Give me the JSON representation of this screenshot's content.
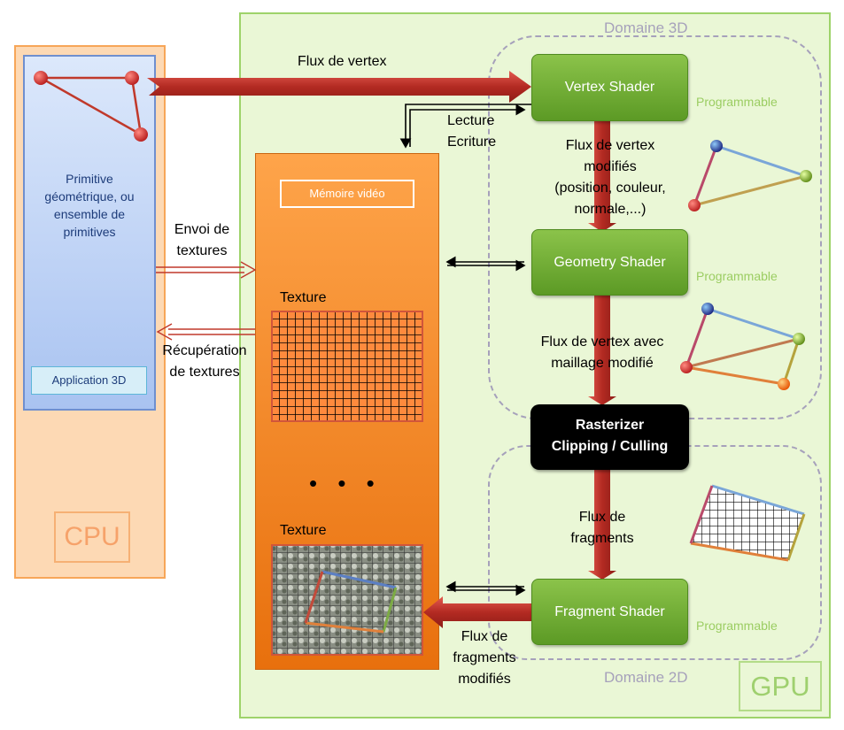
{
  "domains": {
    "domain_3d": "Domaine 3D",
    "domain_2d": "Domaine 2D",
    "cpu": "CPU",
    "gpu": "GPU"
  },
  "cpu_panel": {
    "primitive_text": "Primitive géométrique, ou ensemble de primitives",
    "app_label": "Application 3D"
  },
  "memory": {
    "label": "Mémoire vidéo",
    "texture_1": "Texture",
    "ellipsis": "• • •",
    "texture_2": "Texture"
  },
  "nodes": {
    "vertex_shader": "Vertex Shader",
    "geometry_shader": "Geometry Shader",
    "rasterizer_line1": "Rasterizer",
    "rasterizer_line2": "Clipping / Culling",
    "fragment_shader": "Fragment Shader",
    "programmable": "Programmable"
  },
  "flows": {
    "vertex_flux": "Flux de vertex",
    "read_write_1": "Lecture",
    "read_write_2": "Ecriture",
    "vertex_modified_1": "Flux de vertex",
    "vertex_modified_2": "modifiés",
    "vertex_modified_3": "(position, couleur,",
    "vertex_modified_4": "normale,...)",
    "send_textures_1": "Envoi de",
    "send_textures_2": "textures",
    "retrieve_textures_1": "Récupération",
    "retrieve_textures_2": "de textures",
    "mesh_modified_1": "Flux de vertex avec",
    "mesh_modified_2": "maillage modifié",
    "fragments_1": "Flux de",
    "fragments_2": "fragments",
    "fragments_modified_1": "Flux de",
    "fragments_modified_2": "fragments",
    "fragments_modified_3": "modifiés"
  },
  "colors": {
    "gpu_bg": "#eaf7d6",
    "cpu_bg": "#fdd9b4",
    "memory": "#f58a25",
    "shader_green": "#6fab33",
    "arrow_red": "#c0392b",
    "domain_dash": "#a6a1bb"
  }
}
